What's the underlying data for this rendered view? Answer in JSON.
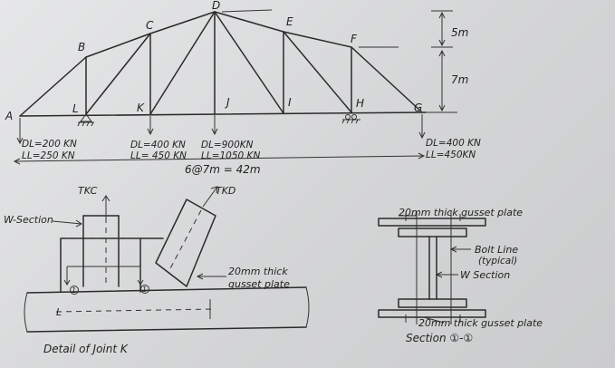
{
  "truss": {
    "nodes": {
      "A": "A",
      "B": "B",
      "C": "C",
      "D": "D",
      "E": "E",
      "F": "F",
      "G": "G",
      "L": "L",
      "K": "K",
      "J": "J",
      "I": "I",
      "H": "H"
    },
    "dim_top": "5m",
    "dim_mid": "7m",
    "span": "6@7m = 42m",
    "loads": {
      "A": [
        "DL=200 KN",
        "LL=250 KN"
      ],
      "K": [
        "DL=400 KN",
        "LL= 450 KN"
      ],
      "J": [
        "DL=900KN",
        "LL=1050 KN"
      ],
      "G": [
        "DL=400 KN",
        "LL=450KN"
      ]
    }
  },
  "joint_detail": {
    "tkc": "TKC",
    "tkd": "TKD",
    "w_section": "W-Section",
    "mark": "1",
    "gusset_note": [
      "20mm thick",
      "gusset plate"
    ],
    "caption": "Detail of Joint K"
  },
  "section": {
    "top_note": "20mm thick gusset plate",
    "bolt_line": [
      "Bolt Line",
      "(typical)"
    ],
    "w_section": "W Section",
    "bottom_note": "20mm thick gusset plate",
    "caption": "Section ①-①"
  }
}
